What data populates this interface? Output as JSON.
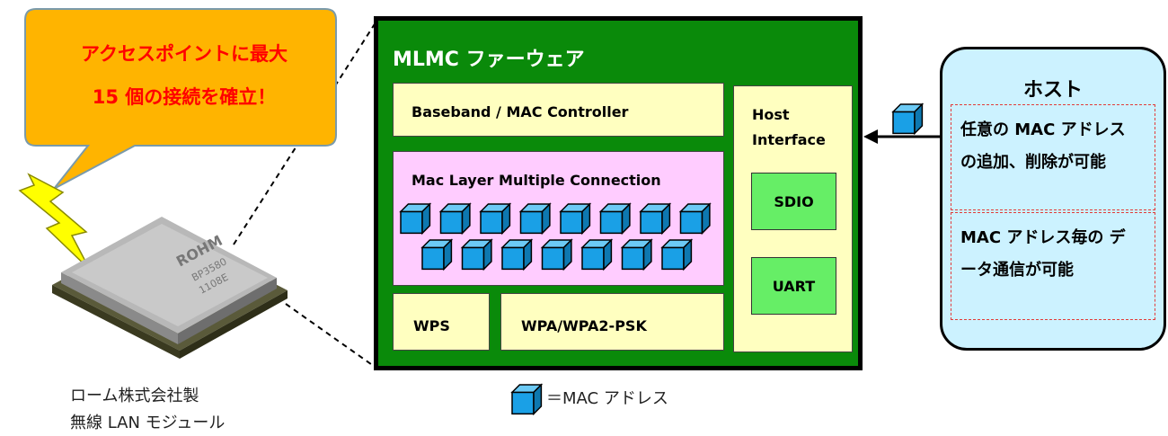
{
  "callout": {
    "line1": "アクセスポイントに最大",
    "line2": "15 個の接続を確立！"
  },
  "chip": {
    "marking": [
      "ROHM",
      "BP3580",
      "1108E"
    ],
    "caption_line1": "ローム株式会社製",
    "caption_line2": "無線 LAN モジュール"
  },
  "firmware": {
    "title": "MLMC ファーウェア",
    "baseband": "Baseband / MAC Controller",
    "mlmc": "Mac Layer Multiple Connection",
    "wps": "WPS",
    "wpa": "WPA/WPA2-PSK",
    "host_interface_line1": "Host",
    "host_interface_line2": "Interface",
    "sdio": "SDIO",
    "uart": "UART"
  },
  "host": {
    "title": "ホスト",
    "cell1_line1": "任意の MAC アドレス",
    "cell1_line2": "の追加、削除が可能",
    "cell2_line1": "MAC アドレス毎の デ",
    "cell2_line2": "ータ通信が可能"
  },
  "legend": {
    "text": "＝MAC アドレス"
  },
  "colors": {
    "firmware_bg": "#0a8a0a",
    "cube": "#1aa0e6",
    "callout_fill": "#ffb400",
    "callout_text": "#ff0000",
    "host_bg": "#ccf2ff"
  }
}
